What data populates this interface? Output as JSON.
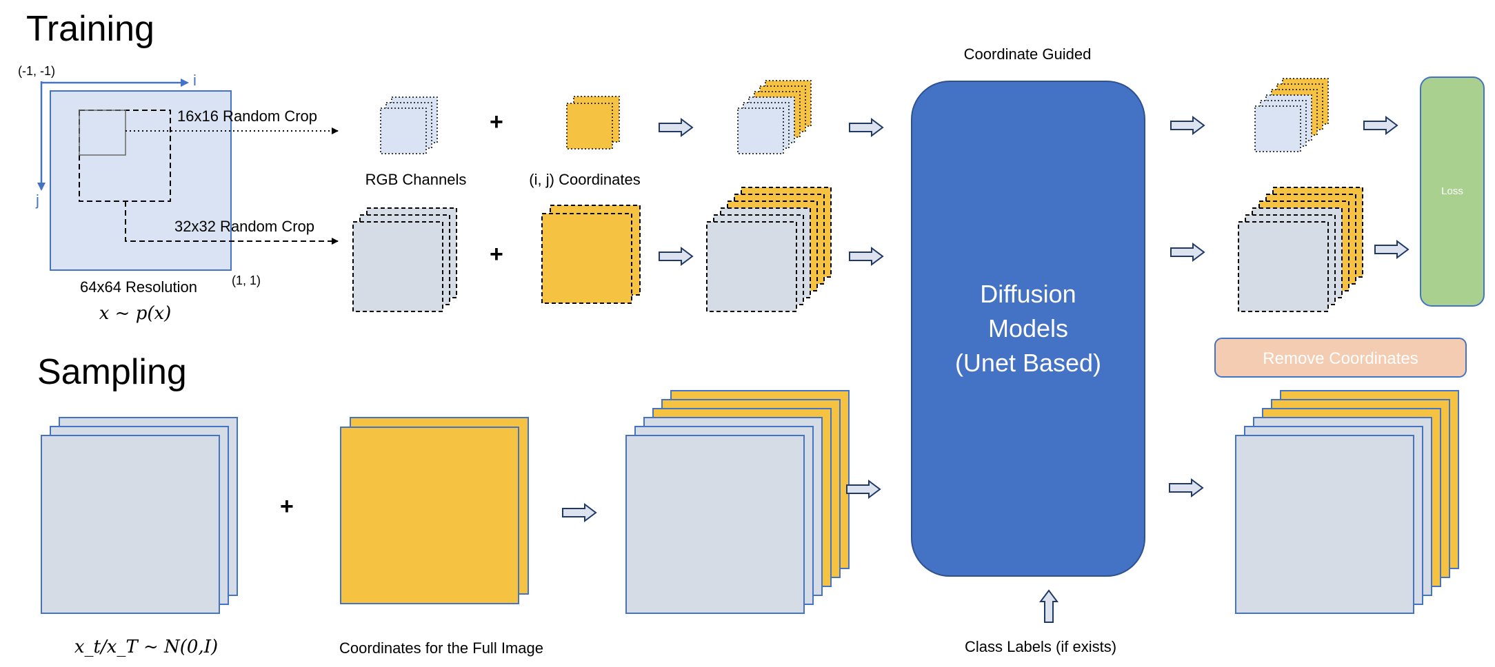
{
  "headings": {
    "training": "Training",
    "sampling": "Sampling"
  },
  "training": {
    "corner_top_left": "(-1, -1)",
    "corner_bottom_right": "(1, 1)",
    "axis_i": "i",
    "axis_j": "j",
    "crop_small": "16x16 Random Crop",
    "crop_large": "32x32 Random Crop",
    "resolution": "64x64 Resolution",
    "distribution": "x ~ p(x)",
    "rgb_channels": "RGB Channels",
    "coordinates": "(i, j) Coordinates"
  },
  "model": {
    "guided_label": "Coordinate Guided",
    "line1": "Diffusion",
    "line2": "Models",
    "line3": "(Unet Based)",
    "class_labels": "Class Labels (if exists)"
  },
  "outputs": {
    "loss": "Loss",
    "remove_coordinates": "Remove Coordinates"
  },
  "sampling": {
    "noise": "x_t/x_T ~ N(0,I)",
    "full_coordinates": "Coordinates for the Full Image"
  },
  "symbols": {
    "plus": "+"
  },
  "colors": {
    "grey_fill": "#D6DCE5",
    "lavender_fill": "#DAE3F3",
    "yellow_fill": "#F6C242",
    "blue_model": "#4472C4",
    "loss_green": "#A9D08E",
    "remove_peach": "#F4CCB1",
    "arrow_fill": "#DDE3EE"
  }
}
